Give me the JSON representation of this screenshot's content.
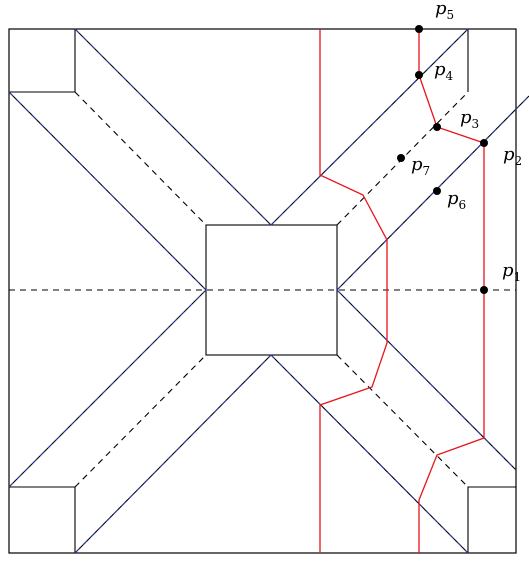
{
  "diagram": {
    "points": [
      {
        "id": "p1",
        "letter": "p",
        "sub": "1"
      },
      {
        "id": "p2",
        "letter": "p",
        "sub": "2"
      },
      {
        "id": "p3",
        "letter": "p",
        "sub": "3"
      },
      {
        "id": "p4",
        "letter": "p",
        "sub": "4"
      },
      {
        "id": "p5",
        "letter": "p",
        "sub": "5"
      },
      {
        "id": "p6",
        "letter": "p",
        "sub": "6"
      },
      {
        "id": "p7",
        "letter": "p",
        "sub": "7"
      }
    ],
    "colors": {
      "outline": "#000000",
      "crease_blue": "#2b3aa8",
      "path_red": "#e8141b"
    }
  }
}
